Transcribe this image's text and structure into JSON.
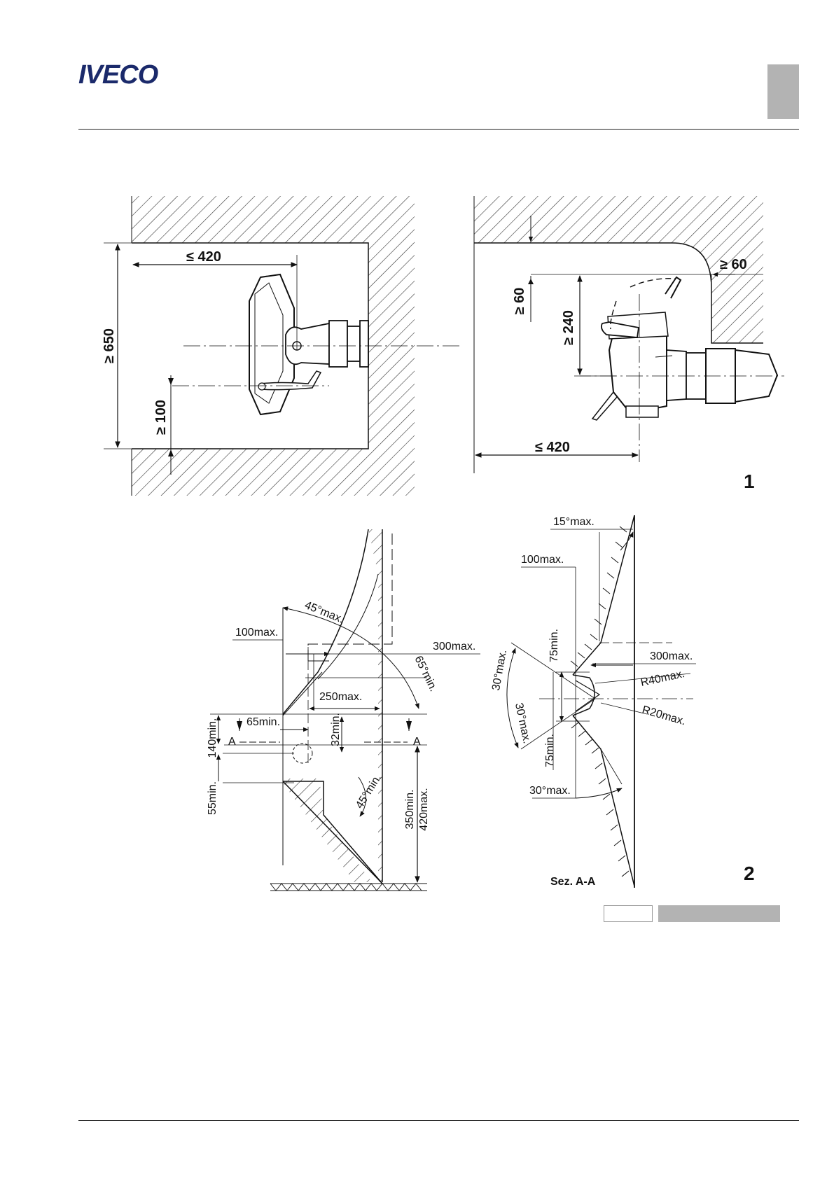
{
  "header": {
    "logo_text": "IVECO",
    "logo_color": "#1b2a6b",
    "tab_color": "#b3b3b3"
  },
  "figure1": {
    "number": "1",
    "left": {
      "dim_width": "≤ 420",
      "dim_height": "≥ 650",
      "dim_bottom": "≥ 100"
    },
    "right": {
      "dim_top": "≥ 60",
      "dim_side": "≥ 60",
      "dim_height": "≥ 240",
      "dim_width": "≤ 420"
    }
  },
  "figure2": {
    "number": "2",
    "left": {
      "angle_top": "45°max.",
      "off_top": "100max.",
      "depth": "300max.",
      "angle_side": "65°min.",
      "width": "250max.",
      "off_65": "65min.",
      "h_140": "140min.",
      "h_32": "32min.",
      "sec_a_left": "A",
      "sec_a_right": "A",
      "h_55": "55min.",
      "angle_bottom": "45°min.",
      "h_350": "350min.",
      "h_420": "420max."
    },
    "right": {
      "angle_top": "15°max.",
      "off_top": "100max.",
      "h_75_top": "75min.",
      "depth": "300max.",
      "r40": "R40max.",
      "angle_30_top": "30°max.",
      "angle_30_mid": "30°max.",
      "r20": "R20max.",
      "h_75_bottom": "75min.",
      "angle_30_bottom": "30°max.",
      "section_label": "Sez.  A-A"
    }
  },
  "footer_boxes": {
    "grey_color": "#b3b3b3"
  }
}
